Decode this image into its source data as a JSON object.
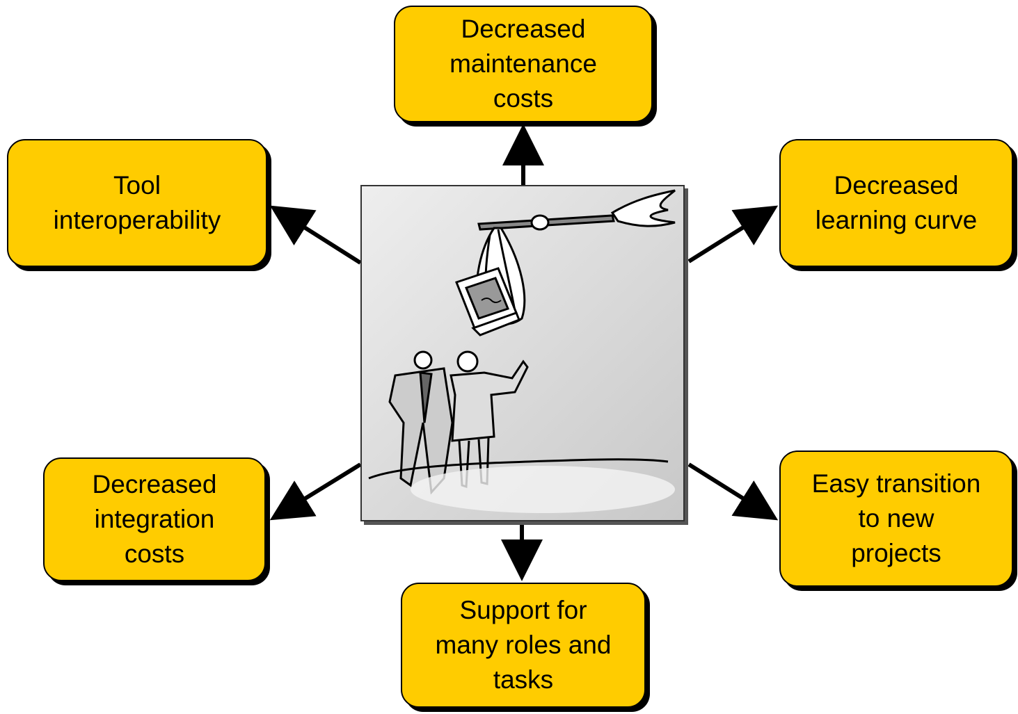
{
  "nodes": {
    "top": {
      "label": "Decreased\nmaintenance\ncosts"
    },
    "top_left": {
      "label": "Tool\ninteroperability"
    },
    "top_right": {
      "label": "Decreased\nlearning curve"
    },
    "bottom_left": {
      "label": "Decreased\nintegration\ncosts"
    },
    "bottom_right": {
      "label": "Easy transition\nto new\nprojects"
    },
    "bottom": {
      "label": "Support for\nmany roles and\ntasks"
    }
  },
  "colors": {
    "node_fill": "#FFCC00",
    "node_border": "#000000",
    "arrow": "#000000",
    "illustration_bg": "#dddddd"
  },
  "illustration": {
    "icon": "stork-delivering-computer-to-people-clipart"
  }
}
